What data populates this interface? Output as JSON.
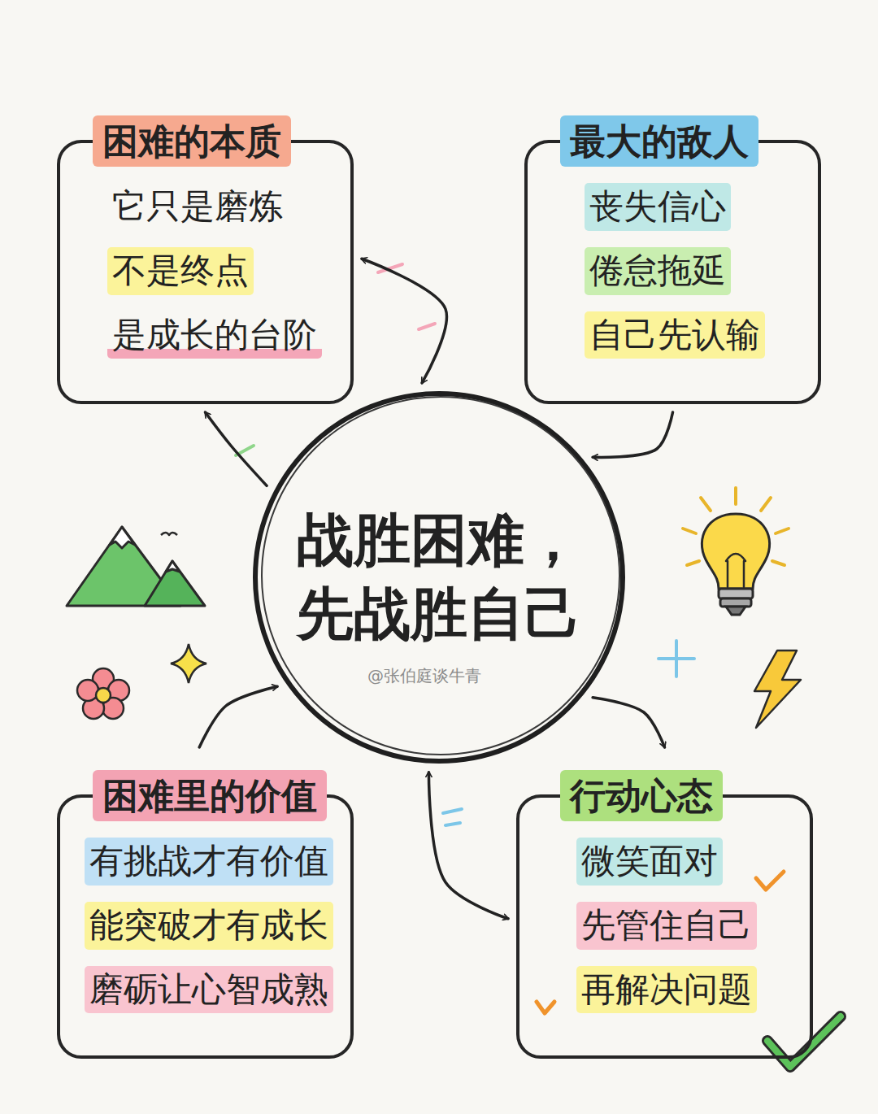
{
  "diagram": {
    "nodes": [
      {
        "text": [
          "困难的本质",
          "它只是磨炼",
          "不是终点",
          "是成长的台阶"
        ]
      },
      {
        "text": [
          "最大的敌人",
          "丧失信心",
          "倦怠拖延",
          "自己先认输"
        ]
      },
      {
        "text": [
          "战胜困难， 先战胜自己"
        ]
      },
      {
        "text": [
          "困难里的价值",
          "有挑战才有价值",
          "能突破才有成长",
          "磨砺让心智成熟"
        ]
      },
      {
        "text": [
          "行动心态",
          "微笑面对",
          "先管住自己",
          "再解决问题"
        ]
      }
    ],
    "edges": [
      {
        "from": 2,
        "to": 0,
        "arrow": "both"
      },
      {
        "from": 2,
        "to": 0,
        "arrow": "to"
      },
      {
        "from": 1,
        "to": 2,
        "arrow": "to"
      },
      {
        "from": 3,
        "to": 2,
        "arrow": "to"
      },
      {
        "from": 2,
        "to": 4,
        "arrow": "to"
      },
      {
        "from": 2,
        "to": 4,
        "arrow": "both"
      }
    ],
    "labels": [
      "@张伯庭谈牛青"
    ]
  }
}
